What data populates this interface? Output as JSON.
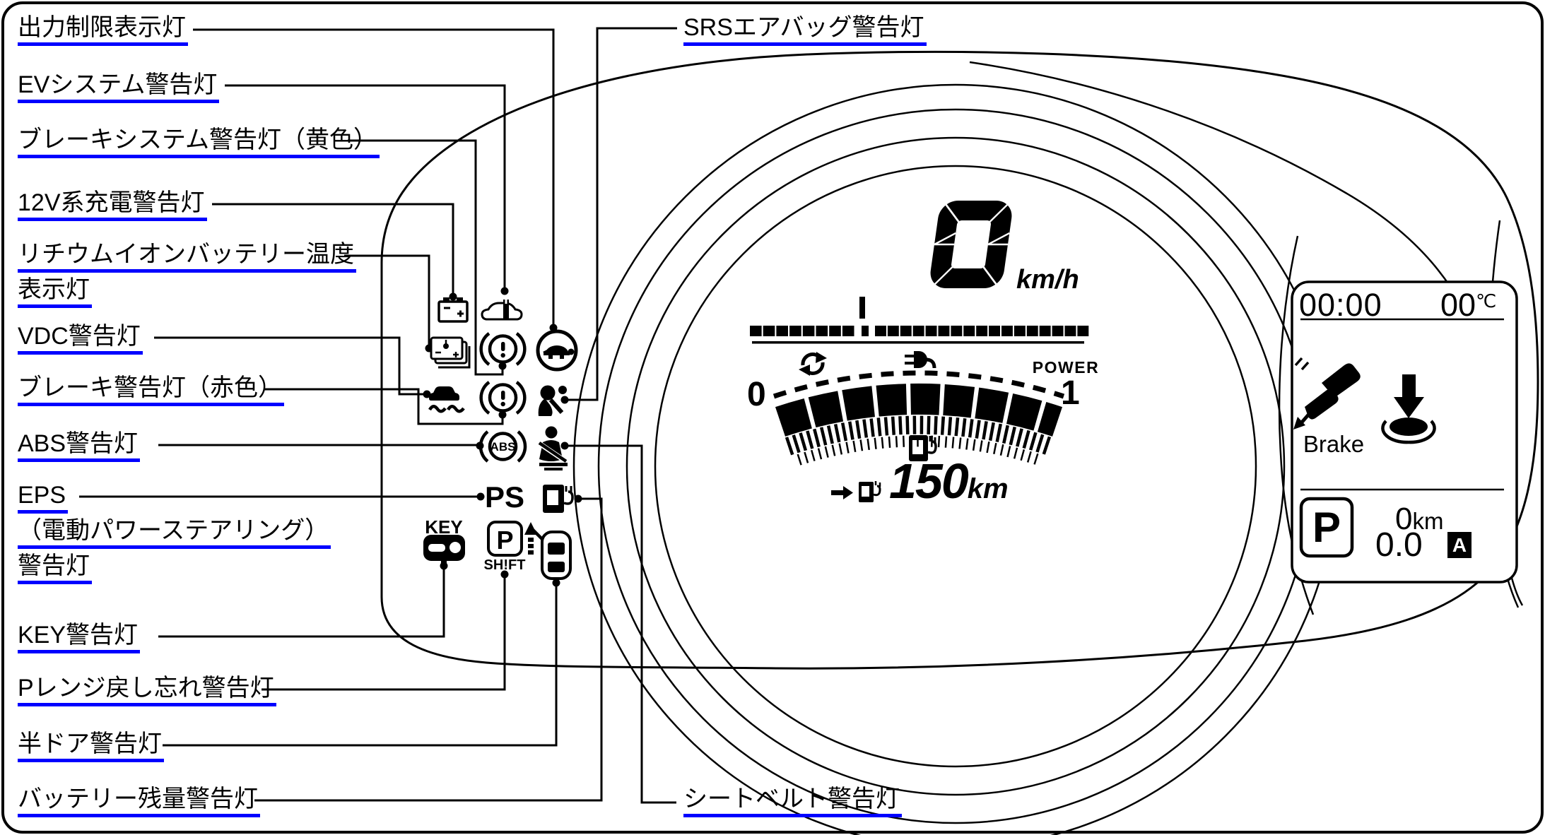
{
  "figure": {
    "title_hint": "EV instrument cluster warning light diagram"
  },
  "left_labels": [
    {
      "id": "power-limit",
      "lines": [
        "出力制限表示灯"
      ]
    },
    {
      "id": "ev-system",
      "lines": [
        "EVシステム警告灯"
      ]
    },
    {
      "id": "brake-system-yellow",
      "lines": [
        "ブレーキシステム警告灯（黄色）"
      ]
    },
    {
      "id": "12v-charge",
      "lines": [
        "12V系充電警告灯"
      ]
    },
    {
      "id": "li-ion-battery-temp",
      "lines": [
        "リチウムイオンバッテリー温度",
        "表示灯"
      ]
    },
    {
      "id": "vdc",
      "lines": [
        "VDC警告灯"
      ]
    },
    {
      "id": "brake-red",
      "lines": [
        "ブレーキ警告灯（赤色）"
      ]
    },
    {
      "id": "abs",
      "lines": [
        "ABS警告灯"
      ]
    },
    {
      "id": "eps",
      "lines": [
        "EPS",
        "（電動パワーステアリング）",
        "警告灯"
      ]
    },
    {
      "id": "key",
      "lines": [
        "KEY警告灯"
      ]
    },
    {
      "id": "p-range",
      "lines": [
        "Pレンジ戻し忘れ警告灯"
      ]
    },
    {
      "id": "half-door",
      "lines": [
        "半ドア警告灯"
      ]
    },
    {
      "id": "battery-level",
      "lines": [
        "バッテリー残量警告灯"
      ]
    }
  ],
  "right_labels": [
    {
      "id": "srs-airbag",
      "lines": [
        "SRSエアバッグ警告灯"
      ]
    },
    {
      "id": "seatbelt",
      "lines": [
        "シートベルト警告灯"
      ]
    }
  ],
  "icon_texts": {
    "abs": "ABS",
    "ps": "PS",
    "key": "KEY",
    "p_shift_p": "P",
    "p_shift_shift": "SH!FT"
  },
  "cluster": {
    "speed": "0",
    "speed_unit": "km/h",
    "power_label": "POWER",
    "gauge_min": "0",
    "gauge_max": "1",
    "range_value": "150",
    "range_unit": "km",
    "speed_bar": {
      "left_segments": 8,
      "right_segments": 17
    }
  },
  "panel": {
    "clock": "00:00",
    "temp": "00",
    "temp_unit": "℃",
    "brake_label": "Brake",
    "gear": "P",
    "odo_value": "0",
    "odo_unit": "km",
    "trip_value": "0.0",
    "trip_unit": "A"
  },
  "colors": {
    "ink": "#000000",
    "underline": "#0000ff",
    "bg": "#ffffff"
  }
}
